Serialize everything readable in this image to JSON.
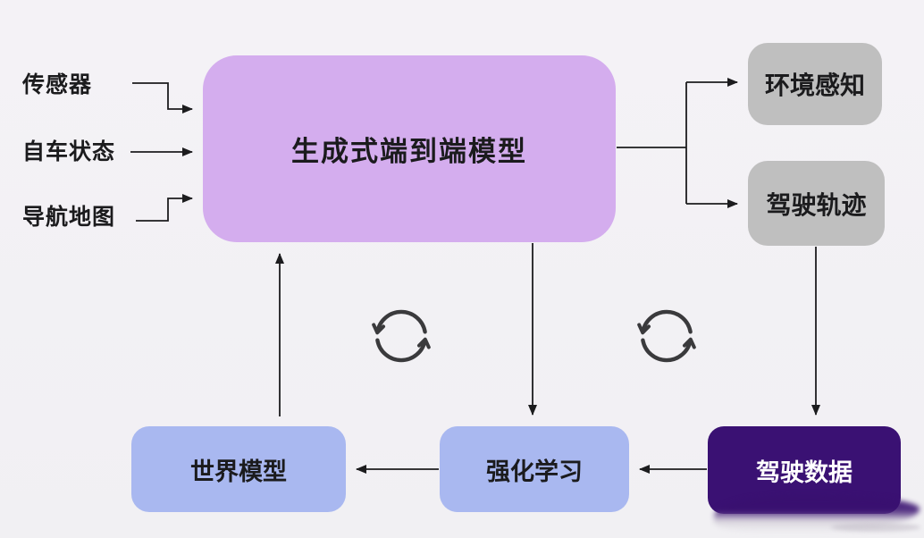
{
  "diagram": {
    "inputs": [
      {
        "label": "传感器"
      },
      {
        "label": "自车状态"
      },
      {
        "label": "导航地图"
      }
    ],
    "center_model": {
      "label": "生成式端到端模型"
    },
    "outputs": [
      {
        "label": "环境感知"
      },
      {
        "label": "驾驶轨迹"
      }
    ],
    "bottom_nodes": [
      {
        "label": "世界模型"
      },
      {
        "label": "强化学习"
      },
      {
        "label": "驾驶数据"
      }
    ],
    "icons": [
      {
        "name": "sync-cycle-icon-left"
      },
      {
        "name": "sync-cycle-icon-right"
      }
    ],
    "edges": [
      {
        "from": "传感器",
        "to": "生成式端到端模型"
      },
      {
        "from": "自车状态",
        "to": "生成式端到端模型"
      },
      {
        "from": "导航地图",
        "to": "生成式端到端模型"
      },
      {
        "from": "生成式端到端模型",
        "to": "环境感知"
      },
      {
        "from": "生成式端到端模型",
        "to": "驾驶轨迹"
      },
      {
        "from": "驾驶轨迹",
        "to": "驾驶数据"
      },
      {
        "from": "生成式端到端模型",
        "to": "强化学习"
      },
      {
        "from": "驾驶数据",
        "to": "强化学习"
      },
      {
        "from": "强化学习",
        "to": "世界模型"
      },
      {
        "from": "世界模型",
        "to": "生成式端到端模型"
      }
    ],
    "colors": {
      "background": "#f4f2f6",
      "box_center": "#d4adee",
      "box_output": "#bfbfbf",
      "box_bottom": "#a9b8f0",
      "box_data": "#3a1173",
      "arrow": "#1c1c1e",
      "icon": "#3a3a3c",
      "text_dark": "#1b1b1d",
      "text_light": "#ffffff"
    }
  }
}
